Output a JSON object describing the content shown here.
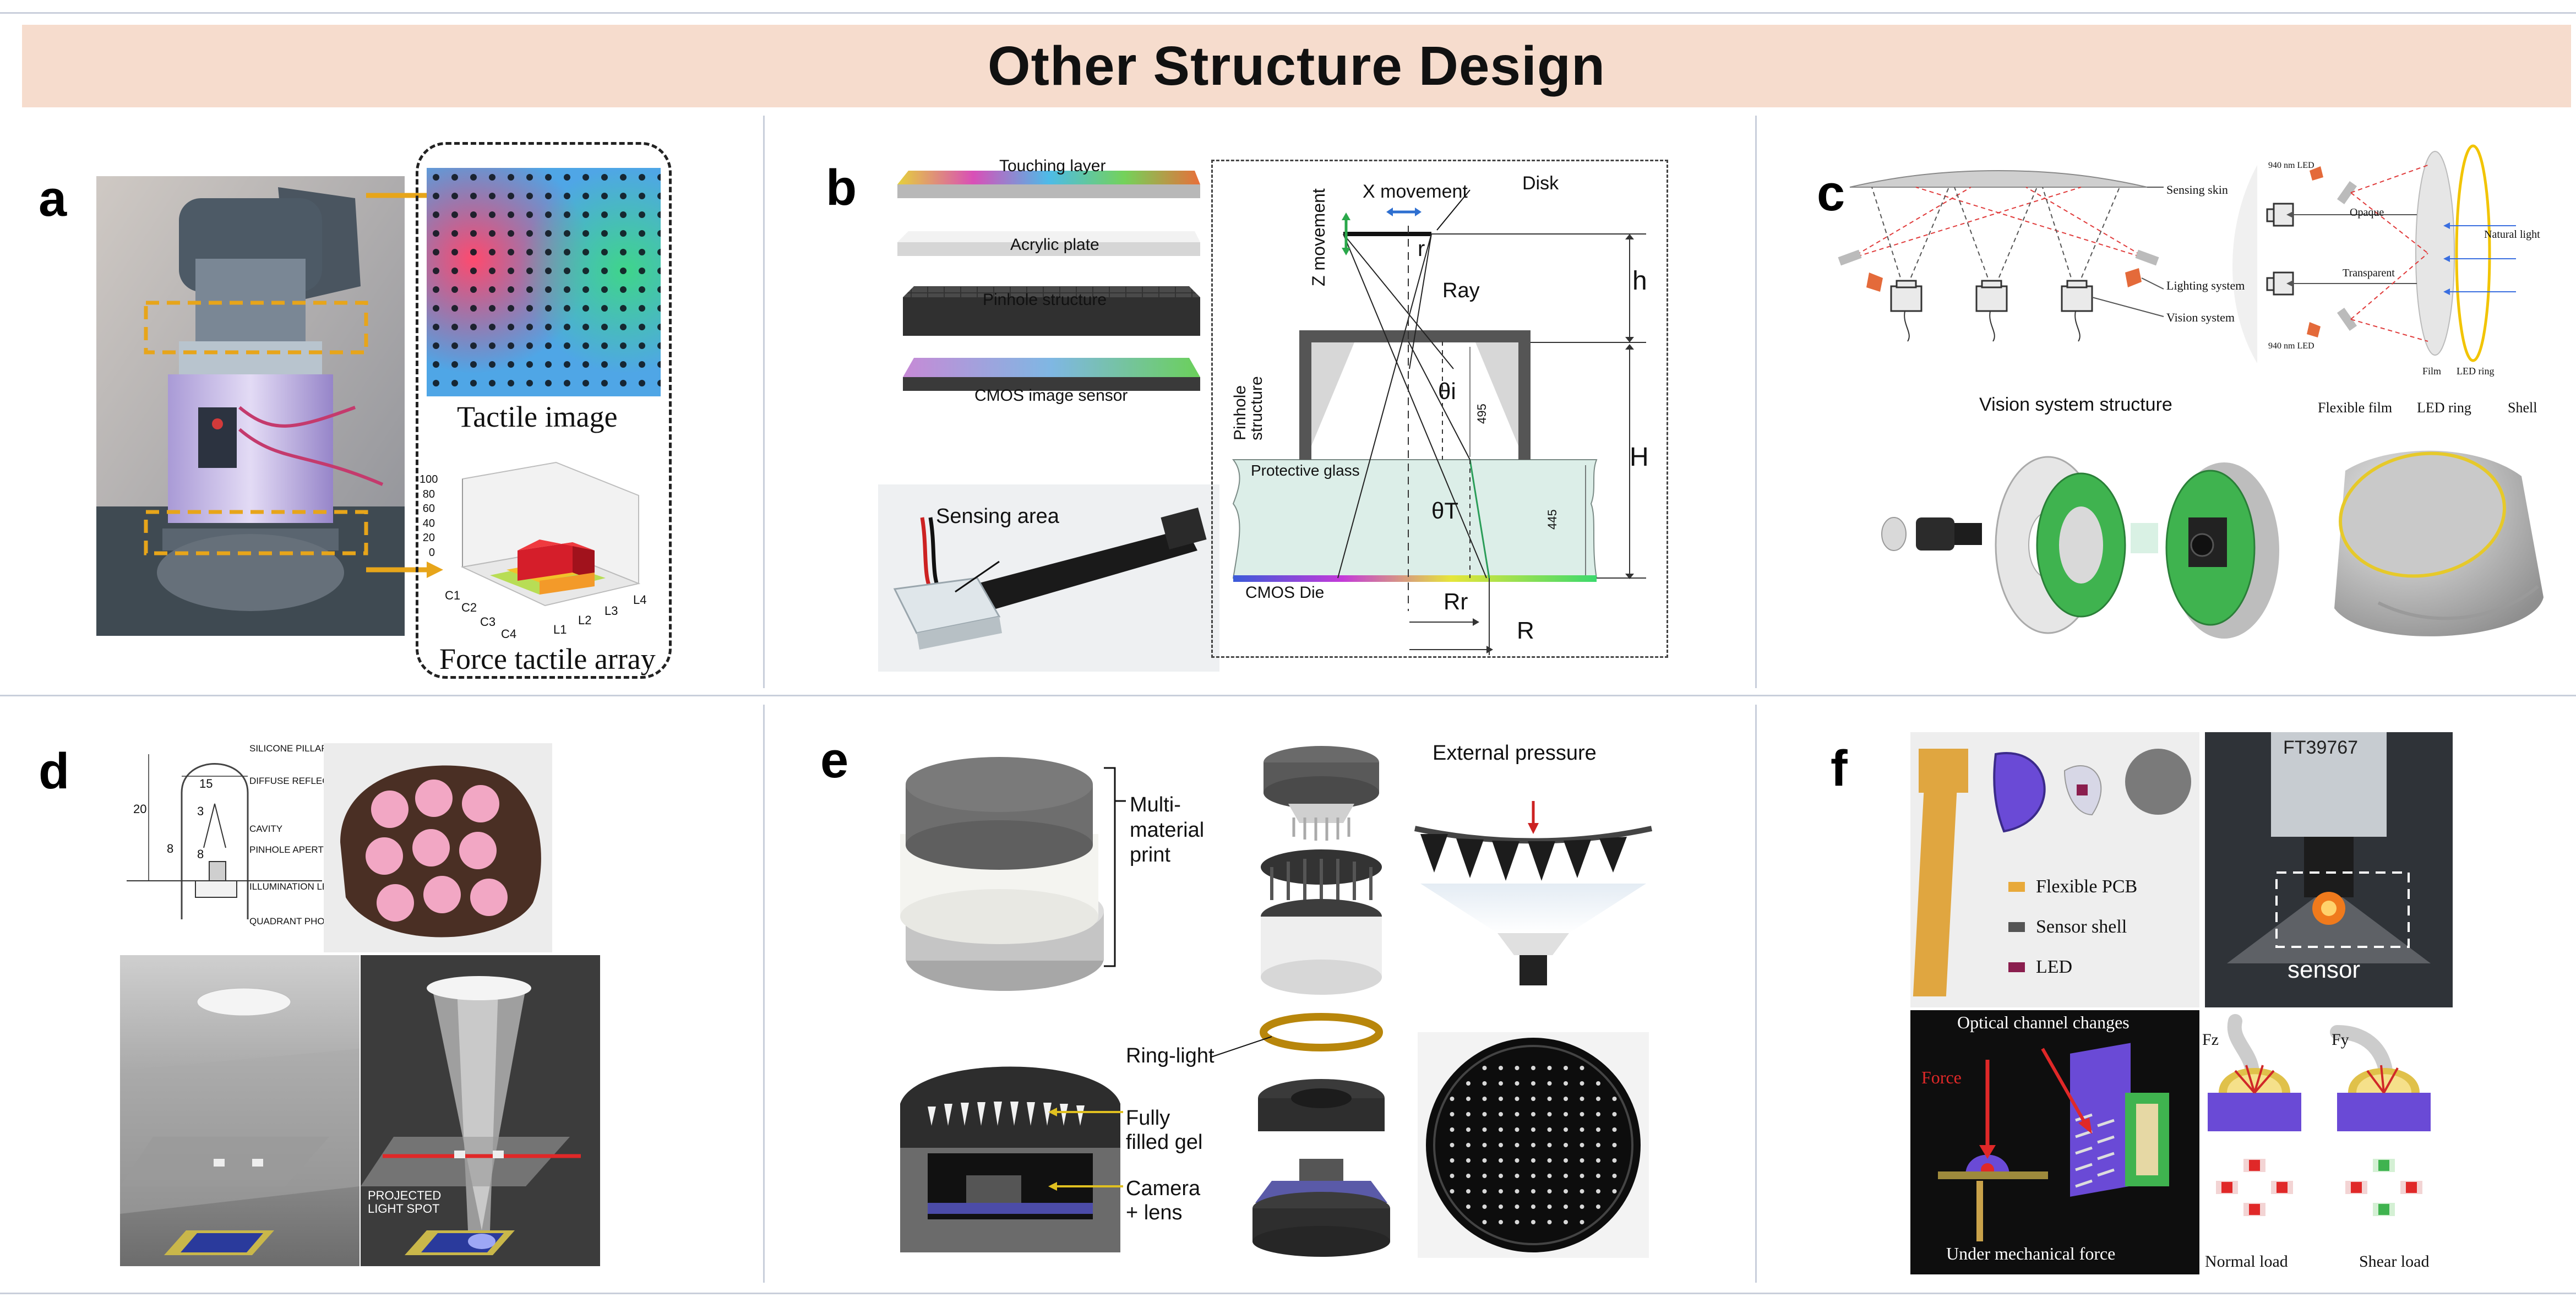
{
  "title": "Other Structure Design",
  "panels": {
    "a": {
      "letter": "a",
      "tactile_image_caption": "Tactile image",
      "force_array_caption": "Force tactile array",
      "z_ticks": [
        "100",
        "80",
        "60",
        "40",
        "20",
        "0"
      ],
      "c_labels": [
        "C1",
        "C2",
        "C3",
        "C4"
      ],
      "l_labels": [
        "L1",
        "L2",
        "L3",
        "L4"
      ]
    },
    "b": {
      "letter": "b",
      "layers": [
        "Touching layer",
        "Acrylic plate",
        "Pinhole structure",
        "CMOS image sensor"
      ],
      "sensing_area": "Sensing area",
      "x_movement": "X movement",
      "disk": "Disk",
      "z_movement": "Z movement",
      "r": "r",
      "ray": "Ray",
      "h": "h",
      "H": "H",
      "pinhole_structure": "Pinhole structure",
      "theta_i": "θi",
      "dim_495": "495",
      "protective_glass": "Protective glass",
      "theta_t": "θT",
      "dim_445": "445",
      "cmos_die": "CMOS Die",
      "R_r": "Rr",
      "R": "R"
    },
    "c": {
      "letter": "c",
      "sensing_skin": "Sensing skin",
      "lighting_system": "Lighting system",
      "vision_system": "Vision system",
      "led_940_top": "940 nm LED",
      "led_940_bottom": "940 nm LED",
      "opaque": "Opaque",
      "transparent": "Transparent",
      "natural_light": "Natural light",
      "film": "Film",
      "led_ring": "LED ring",
      "vision_system_structure": "Vision system structure",
      "flexible_film": "Flexible film",
      "led_ring_2": "LED ring",
      "shell": "Shell"
    },
    "d": {
      "letter": "d",
      "silicone_pillar": "SILICONE PILLAR",
      "diffuse_reflector": "DIFFUSE REFLECTOR",
      "cavity": "CAVITY",
      "pinhole_aperture": "PINHOLE APERTURE",
      "illumination_leds": "ILLUMINATION LEDS",
      "quadrant_photodiode": "QUADRANT PHOTODIODE",
      "dims": [
        "20",
        "15",
        "3",
        "8",
        "8"
      ],
      "projected_light_spot": "PROJECTED LIGHT SPOT"
    },
    "e": {
      "letter": "e",
      "multi_material_print": "Multi-material print",
      "external_pressure": "External pressure",
      "ring_light": "Ring-light",
      "fully_filled_gel": "Fully filled gel",
      "camera_lens": "Camera + lens"
    },
    "f": {
      "letter": "f",
      "legend": [
        {
          "label": "Flexible PCB",
          "color": "#e8a93a"
        },
        {
          "label": "Sensor shell",
          "color": "#555555"
        },
        {
          "label": "LED",
          "color": "#8a1e4e"
        }
      ],
      "ft_code": "FT39767",
      "sensor": "sensor",
      "optical_channel_changes": "Optical channel changes",
      "force": "Force",
      "under_mechanical_force": "Under mechanical force",
      "fz": "Fz",
      "fy": "Fy",
      "normal_load": "Normal load",
      "shear_load": "Shear load"
    }
  }
}
